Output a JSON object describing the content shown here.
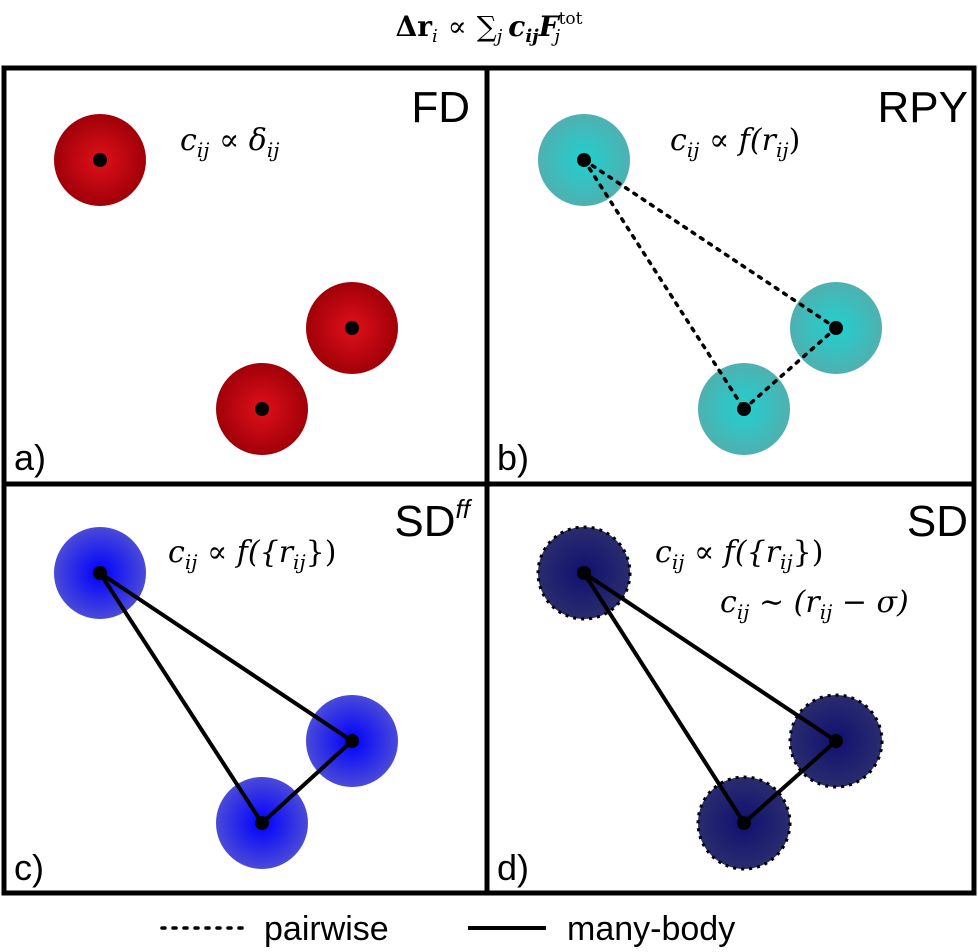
{
  "header": {
    "formula_lhs": "Δr",
    "formula_lhs_sub": "i",
    "formula_prop": "∝",
    "formula_sum": "∑",
    "formula_sum_sub": "j",
    "formula_c": "c",
    "formula_c_sub": "ij",
    "formula_F": "F",
    "formula_F_sub": "j",
    "formula_F_sup": "tot"
  },
  "panels": {
    "a": {
      "name": "FD",
      "letter": "a)",
      "eq1": {
        "main": "c",
        "sub": "ij",
        "rest": " ∝ δ",
        "sub2": "ij",
        "tail": ""
      }
    },
    "b": {
      "name": "RPY",
      "letter": "b)",
      "eq1": {
        "main": "c",
        "sub": "ij",
        "rest": " ∝ f(r",
        "sub2": "ij",
        "tail": ")"
      }
    },
    "c": {
      "name": "SD",
      "name_sup": "ff",
      "letter": "c)",
      "eq1": {
        "main": "c",
        "sub": "ij",
        "rest": " ∝ f({r",
        "sub2": "ij",
        "tail": "})"
      }
    },
    "d": {
      "name": "SD",
      "letter": "d)",
      "eq1": {
        "main": "c",
        "sub": "ij",
        "rest": " ∝ f({r",
        "sub2": "ij",
        "tail": "})"
      },
      "eq2": {
        "main": "c",
        "sub": "ij",
        "rest": " ∼ (r",
        "sub2": "ij",
        "tail": " − σ)"
      }
    }
  },
  "legend": {
    "pairwise": "pairwise",
    "many_body": "many-body"
  },
  "colors": {
    "fd_particle": "#c0000a",
    "rpy_particle": "#2fb3b3",
    "sdff_particle": "#2d2ee0",
    "sd_particle": "#1c1f6a",
    "frame": "#000000"
  }
}
